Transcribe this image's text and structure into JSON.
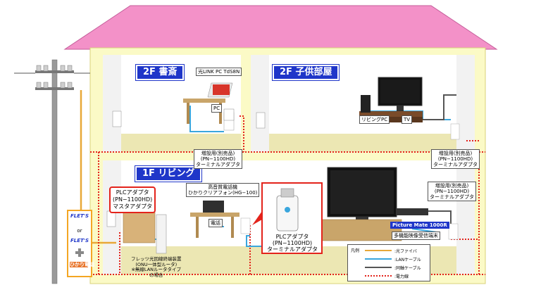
{
  "rooms": {
    "room_2f_study": "2F 書斎",
    "room_2f_kids": "2F 子供部屋",
    "room_1f_living": "1F リビング"
  },
  "labels": {
    "hikari_pc": "光LINK PC TdS8N",
    "pc": "PC",
    "living_pc": "リビングPC",
    "tv": "TV",
    "terminal_left_2f": "増設用(別売品)\n(PN−1100HD)\nターミナルアダプタ",
    "terminal_right_2f": "増設用(別売品)\n(PN−1100HD)\nターミナルアダプタ",
    "terminal_right_1f": "増設用(別売品)\n(PN−1100HD)\nターミナルアダプタ",
    "phone_device": "高音質電話機\nひかりクリアフォン(HG−100)",
    "phone": "電話",
    "plc_master": "PLCアダプタ\n(PN−1100HD)\nマスタアダプタ",
    "plc_terminal": "PLCアダプタ\n(PN−1100HD)\nターミナルアダプタ",
    "picture_mate": "Picture Mate 1000R",
    "multi_terminal": "多機能映像受信端末",
    "onu_note": "フレッツ光回線終端装置\n(ONU一体型ルータ)\n※無線LANルータタイプ\nの場合",
    "flets_top": "FLET'S",
    "flets_or": "or",
    "flets_bottom": "FLET'S",
    "hikari_phone": "ひかり電話"
  },
  "legend": {
    "title": "凡例",
    "items": [
      {
        "label": ":光ファイバ",
        "color": "#e8a838"
      },
      {
        "label": ":LANケーブル",
        "color": "#3aa6dd"
      },
      {
        "label": ":同軸ケーブル",
        "color": "#555555"
      },
      {
        "label": ":電力線",
        "color": "#e3231b"
      }
    ]
  },
  "colors": {
    "roof": "#f391c8",
    "wall": "#fbfac6",
    "room": "#ffffff",
    "floor": "#ece7b3",
    "title_bg": "#1f36c9",
    "power": "#e3231b",
    "fiber": "#e8a838",
    "lan": "#3aa6dd"
  }
}
